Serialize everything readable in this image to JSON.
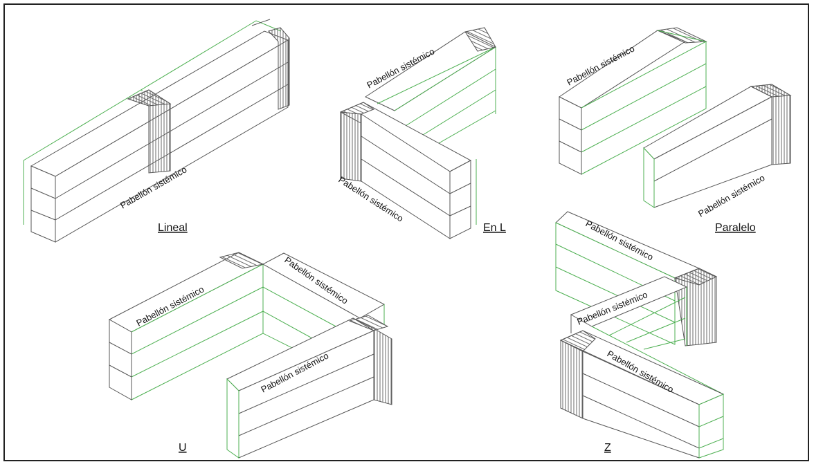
{
  "diagrams": [
    {
      "caption": "Lineal",
      "labels": [
        "Pabellón sistémico"
      ]
    },
    {
      "caption": "En L",
      "labels": [
        "Pabellón sistémico",
        "Pabellón sistémico"
      ]
    },
    {
      "caption": "Paralelo",
      "labels": [
        "Pabellón sistémico",
        "Pabellón sistémico"
      ]
    },
    {
      "caption": "U",
      "labels": [
        "Pabellón sistémico",
        "Pabellón sistémico",
        "Pabellón sistémico"
      ]
    },
    {
      "caption": "Z",
      "labels": [
        "Pabellón sistémico",
        "Pabellón sistémico",
        "Pabellón sistémico"
      ]
    }
  ],
  "colors": {
    "outline": "#555555",
    "green": "#4caf50",
    "hatch": "#666666",
    "border": "#222222"
  }
}
